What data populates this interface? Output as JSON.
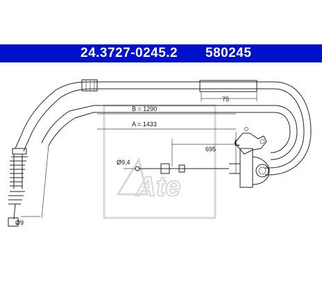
{
  "header": {
    "part_number": "24.3727-0245.2",
    "reference_number": "580245",
    "color": "#0011cc"
  },
  "drawing": {
    "dim_b": "B = 1290",
    "dim_a": "A = 1433",
    "dim_75": "75",
    "dim_695": "695",
    "dim_d94": "Ø9,4",
    "dim_d9": "Ø9",
    "marker_l": "L",
    "watermark": "Ate"
  }
}
